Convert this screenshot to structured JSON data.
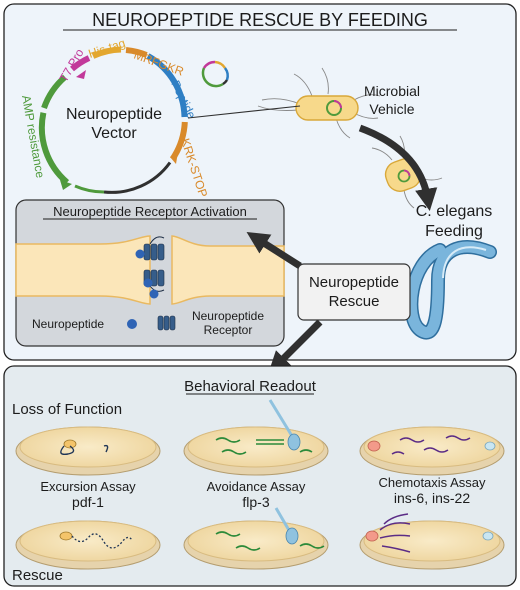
{
  "title": "NEUROPEPTIDE RESCUE BY FEEDING",
  "vector": {
    "center_label_line1": "Neuropeptide",
    "center_label_line2": "Vector",
    "elements": [
      {
        "label": "T7 Pro",
        "color": "#c2399a"
      },
      {
        "label": "His-tag",
        "color": "#e3a72f"
      },
      {
        "label": "MRFGKR",
        "color": "#d98a2b"
      },
      {
        "label": "Peptide",
        "color": "#2f7fc4"
      },
      {
        "label": "KRK-STOP",
        "color": "#d98a2b"
      },
      {
        "label": "AMP resistance",
        "color": "#4f9a3c"
      }
    ]
  },
  "microbial_vehicle": {
    "line1": "Microbial",
    "line2": "Vehicle"
  },
  "feeding": {
    "line1": "C. elegans",
    "line2": "Feeding"
  },
  "receptor_activation": {
    "title": "Neuropeptide Receptor Activation",
    "legend_neuropeptide": "Neuropeptide",
    "legend_receptor_line1": "Neuropeptide",
    "legend_receptor_line2": "Receptor"
  },
  "rescue_box": {
    "line1": "Neuropeptide",
    "line2": "Rescue"
  },
  "behavior": {
    "title": "Behavioral Readout",
    "loss_label": "Loss of Function",
    "rescue_label": "Rescue",
    "assays": [
      {
        "name": "Excursion Assay",
        "genes": "pdf-1"
      },
      {
        "name": "Avoidance Assay",
        "genes": "flp-3"
      },
      {
        "name": "Chemotaxis Assay",
        "genes": "ins-6, ins-22"
      }
    ]
  },
  "colors": {
    "top_panel_bg": "#eef4fa",
    "bottom_panel_bg": "#e4ebef",
    "receptor_panel_bg": "#d3d7dc",
    "neuron": "#fbe6b9",
    "neuron_outline": "#e9b961",
    "dish": "#f3deae",
    "worm_green": "#2c8a3a",
    "worm_purple": "#5b2c86",
    "elegans": "#7ab5dc",
    "neuropeptide_dot": "#2f64b5"
  }
}
